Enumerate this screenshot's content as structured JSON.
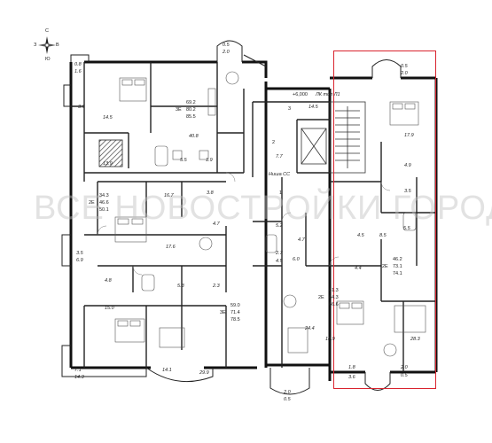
{
  "colors": {
    "highlight": "#d9232e",
    "wall": "#111111",
    "watermark": "#bfbfbf"
  },
  "compass": {
    "north": "С",
    "south": "Ю",
    "west": "З",
    "east": "В"
  },
  "watermark": "ВСЕ НОВОСТРОЙКИ ГОРОДА",
  "labels": {
    "l01": "0.8",
    "l02": "1.6",
    "l03": "0.5",
    "l04": "2.0",
    "l05": "3.6",
    "l06": "14.5",
    "l07": "69.2",
    "l08": "3Е",
    "l09": "80.2",
    "l10": "85.5",
    "l11": "40.8",
    "l12": "13.9",
    "l13": "5.5",
    "l14": "1.9",
    "l15": "+6,000",
    "l16": "ЛК тип Л1",
    "l17": "3",
    "l18": "14.5",
    "l19": "2",
    "l20": "7.7",
    "l21": "Ниша СС",
    "l22": "1",
    "l23": "34.3",
    "l24": "2Е",
    "l25": "46.6",
    "l26": "50.1",
    "l27": "16.7",
    "l28": "3.8",
    "l29": "4.7",
    "l30": "17.6",
    "l31": "3.5",
    "l32": "6.9",
    "l33": "4.8",
    "l34": "5.3",
    "l35": "2.3",
    "l36": "15.0",
    "l37": "59.0",
    "l38": "3Е",
    "l39": "71.4",
    "l40": "78.5",
    "l41": "7.1",
    "l42": "14.3",
    "l43": "14.1",
    "l44": "29.9",
    "l45": "5.2",
    "l46": "2.7",
    "l47": "4.5",
    "l48": "6.0",
    "l49": "4.7",
    "l50": "24.4",
    "l51": "2.0",
    "l52": "0.5",
    "l53": "0.5",
    "l54": "2.0",
    "l55": "17.9",
    "l56": "4.9",
    "l57": "3.5",
    "l58": "4.5",
    "l59": "8.5",
    "l60": "5.5",
    "l61": "4.4",
    "l62": "46.2",
    "l63": "2Е",
    "l64": "73.1",
    "l65": "74.1",
    "l66": "41.3",
    "l67": "2Е",
    "l68": "64.3",
    "l69": "66.6",
    "l70": "18.9",
    "l71": "28.3",
    "l72": "1.8",
    "l73": "3.6",
    "l74": "2.0",
    "l75": "0.5"
  }
}
